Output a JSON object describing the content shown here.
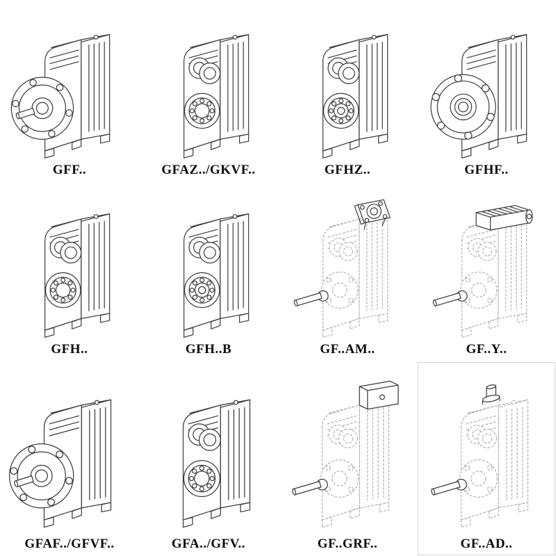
{
  "colors": {
    "ink": "#3b3b3b",
    "ghost": "#b3b3b3",
    "label": "#0a0a0a"
  },
  "grid": {
    "rows": 3,
    "cols": 4,
    "items": [
      {
        "label": "GFF..",
        "variant": "flange-shaft"
      },
      {
        "label": "GFAZ../GKVF..",
        "variant": "bores"
      },
      {
        "label": "GFHZ..",
        "variant": "bores-hollow"
      },
      {
        "label": "GFHF..",
        "variant": "flange-hollow"
      },
      {
        "label": "GFH..",
        "variant": "bores"
      },
      {
        "label": "GFH..B",
        "variant": "bores-hollow"
      },
      {
        "label": "GF..AM..",
        "variant": "ghost-square-flange"
      },
      {
        "label": "GF..Y..",
        "variant": "ghost-motor"
      },
      {
        "label": "GFAF../GFVF..",
        "variant": "flange-shaft"
      },
      {
        "label": "GFA../GFV..",
        "variant": "bores"
      },
      {
        "label": "GF..GRF..",
        "variant": "ghost-block"
      },
      {
        "label": "GF..AD..",
        "variant": "ghost-stub",
        "boxed": true
      }
    ]
  }
}
